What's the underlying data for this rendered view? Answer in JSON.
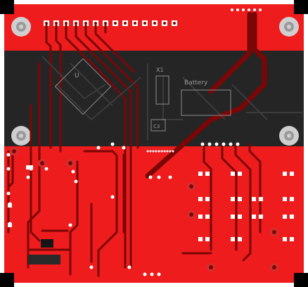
{
  "pcb": {
    "colors": {
      "background": "#ffffff",
      "corner_pad": "#000000",
      "copper_pour": "#ee1c1c",
      "dark_layer": "#252525",
      "trace": "#7a0606",
      "trace_dark": "#6b0707",
      "pad": "#ffffff",
      "via": "#ffffff",
      "silkscreen": "#9a9a9a",
      "mounting_hole": "#cfcfcf"
    },
    "labels": {
      "u_ref": "U",
      "x_ref": "X1",
      "battery": "Battery",
      "c_ref": "C3"
    },
    "mounting_holes": [
      "top-left",
      "top-right",
      "mid-left",
      "mid-right"
    ],
    "layer_regions": [
      "top-copper",
      "inner-dark-band",
      "bottom-copper"
    ]
  }
}
